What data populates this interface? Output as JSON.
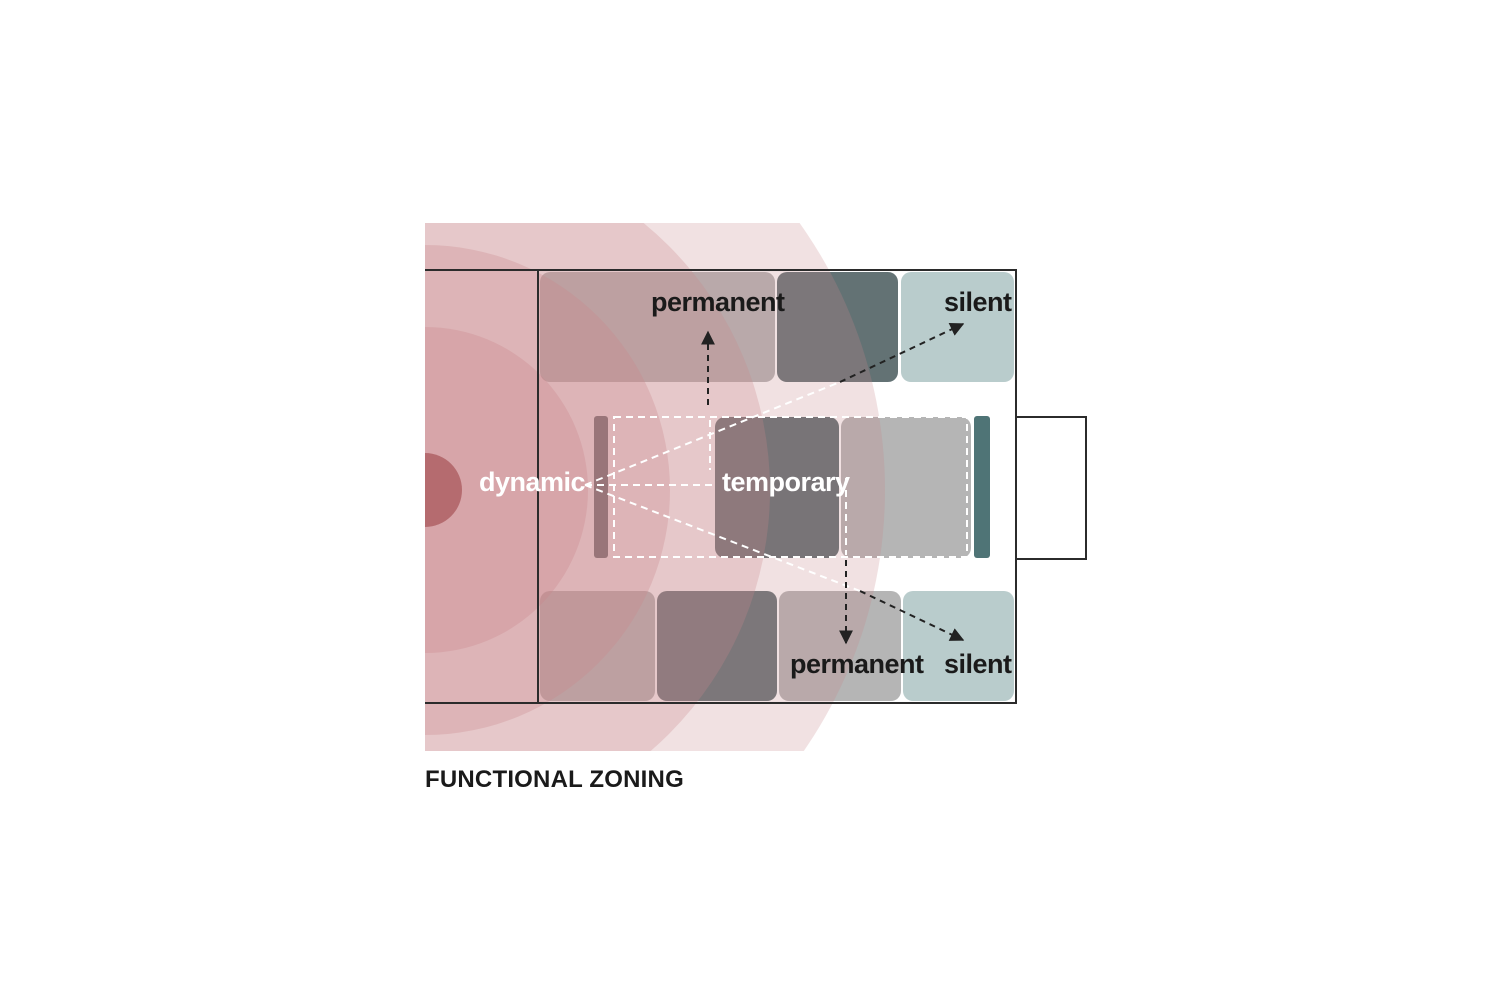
{
  "diagram": {
    "caption": "FUNCTIONAL ZONING",
    "labels": {
      "dynamic": "dynamic",
      "temporary": "temporary",
      "permanent_top": "permanent",
      "silent_top": "silent",
      "permanent_bottom": "permanent",
      "silent_bottom": "silent"
    },
    "colors": {
      "dynamic_core": "#b56b6f",
      "dynamic_ring": "#c9878c",
      "permanent_zone": "#a8a8a8",
      "temporary_zone": "#4d5e61",
      "silent_zone": "#b9cccc",
      "arrow": "#222222",
      "outline": "#2b2b2b"
    }
  }
}
